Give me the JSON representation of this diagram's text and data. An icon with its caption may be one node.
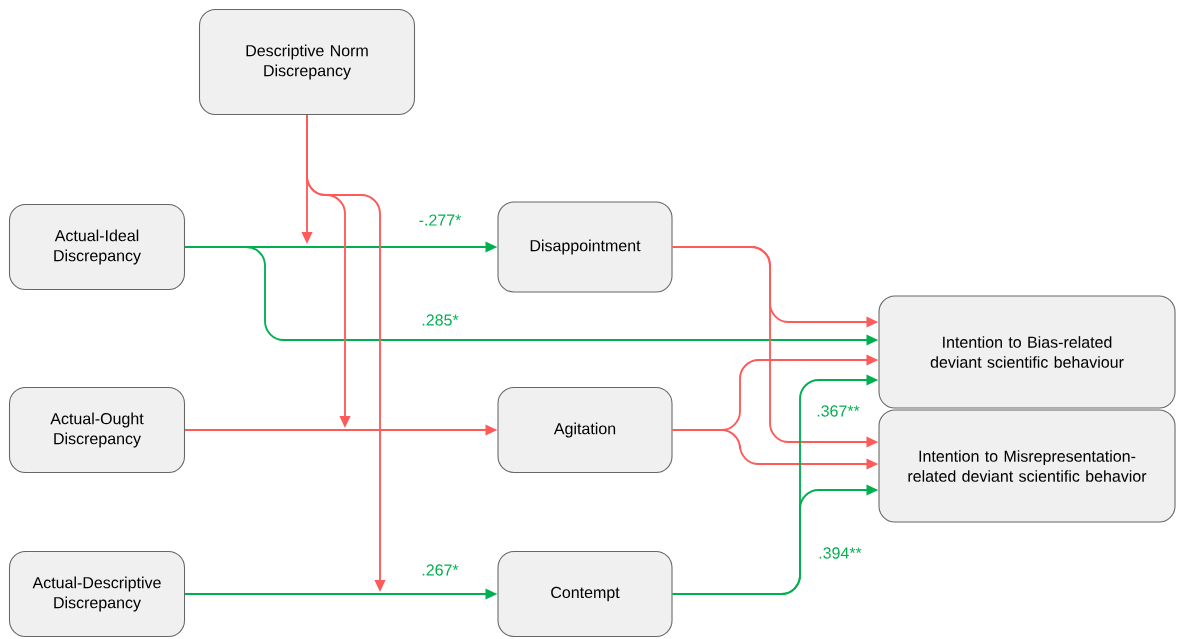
{
  "diagram": {
    "nodes": [
      {
        "text": [
          "Descriptive Norm Discrepancy"
        ]
      },
      {
        "text": [
          "Actual-Ideal Discrepancy"
        ]
      },
      {
        "text": [
          "Disappointment"
        ]
      },
      {
        "text": [
          "Intention to Bias-related deviant scientific behaviour"
        ]
      },
      {
        "text": [
          "Actual-Ought Discrepancy"
        ]
      },
      {
        "text": [
          "Agitation"
        ]
      },
      {
        "text": [
          "Intention to Misrepresentation-related deviant scientific behavior"
        ]
      },
      {
        "text": [
          "Actual-Descriptive Discrepancy"
        ]
      },
      {
        "text": [
          "Contempt"
        ]
      }
    ],
    "edges": [
      {
        "from": 1,
        "to": 2,
        "arrow": "to",
        "label": "-.277*",
        "color": "#00b050"
      },
      {
        "from": 1,
        "to": 3,
        "arrow": "to",
        "label": ".285*",
        "color": "#00b050"
      },
      {
        "from": 4,
        "to": 5,
        "arrow": "to"
      },
      {
        "from": 7,
        "to": 8,
        "arrow": "to",
        "label": ".267*",
        "color": "#00b050"
      },
      {
        "from": 2,
        "to": 3,
        "arrow": "to"
      },
      {
        "from": 2,
        "to": 6,
        "arrow": "to"
      },
      {
        "from": 5,
        "to": 3,
        "arrow": "to"
      },
      {
        "from": 5,
        "to": 6,
        "arrow": "to"
      },
      {
        "from": 8,
        "to": 3,
        "arrow": "to",
        "label": ".367**",
        "color": "#00b050"
      },
      {
        "from": 8,
        "to": 6,
        "arrow": "to",
        "label": ".394**",
        "color": "#00b050"
      },
      {
        "from": 0,
        "to": null,
        "arrow": "to"
      },
      {
        "from": 0,
        "to": null,
        "arrow": "to"
      },
      {
        "from": 0,
        "to": null,
        "arrow": "to"
      }
    ]
  }
}
